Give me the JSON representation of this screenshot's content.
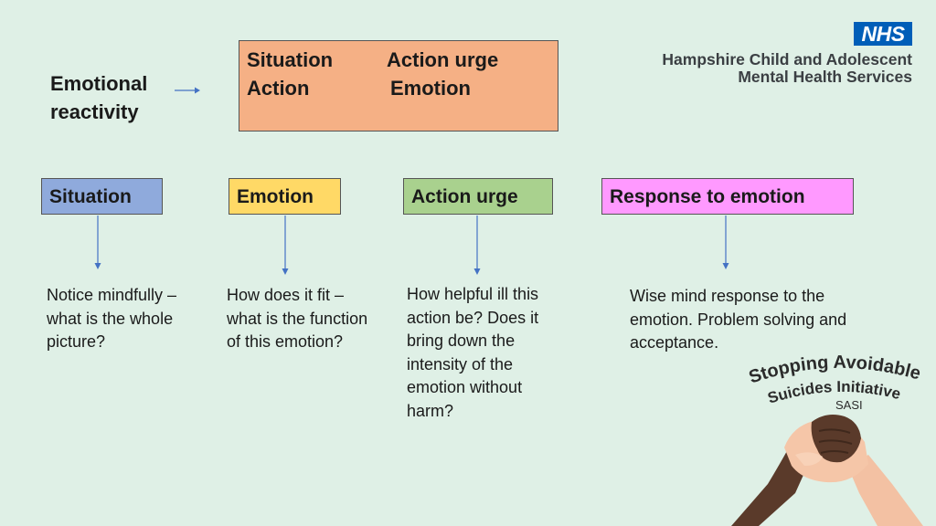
{
  "emotional_reactivity": {
    "label": "Emotional\nreactivity"
  },
  "top_box": {
    "situation": "Situation",
    "action_urge": "Action urge",
    "action": "Action",
    "emotion": "Emotion"
  },
  "header": {
    "nhs": "NHS",
    "org_line1": "Hampshire Child and Adolescent",
    "org_line2": "Mental Health Services"
  },
  "categories": [
    {
      "label": "Situation",
      "color": "#8faadc",
      "description": "Notice mindfully – what is the whole picture?"
    },
    {
      "label": "Emotion",
      "color": "#ffd966",
      "description": "How does it fit – what is the function of this emotion?"
    },
    {
      "label": "Action urge",
      "color": "#a9d18e",
      "description": "How helpful ill this action be?  Does it bring down the intensity of the emotion without harm?"
    },
    {
      "label": "Response to emotion",
      "color": "#ff99ff",
      "description": "Wise mind response to the emotion.  Problem solving and acceptance."
    }
  ],
  "sasi_logo": {
    "line1": "Stopping Avoidable",
    "line2": "Suicides Initiative",
    "abbr": "SASI"
  }
}
